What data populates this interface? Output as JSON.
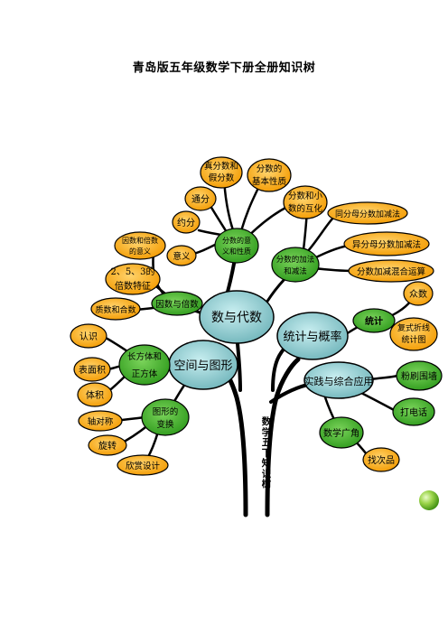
{
  "title": "青岛版五年级数学下册全册知识树",
  "trunk_label": "数学五下知识树",
  "main_nodes": {
    "number": "数与代数",
    "stats": "统计与概率",
    "space": "空间与图形",
    "practice": "实践与综合应用"
  },
  "sub_nodes": {
    "fraction_meaning": [
      "分数的意",
      "义和性质"
    ],
    "fraction_ops": [
      "分数的加法",
      "和减法"
    ],
    "factors": "因数与倍数",
    "cuboid": [
      "长方体和",
      "正方体"
    ],
    "transform": [
      "图形的",
      "变换"
    ],
    "tongji": "统计",
    "math_wide": "数学广角"
  },
  "leaves": {
    "proper_improper": [
      "真分数和",
      "假分数"
    ],
    "basic_property": [
      "分数的",
      "基本性质"
    ],
    "tongfen": "通分",
    "frac_dec": [
      "分数和小",
      "数的互化"
    ],
    "yuefen": "约分",
    "same_denom": "同分母分数加减法",
    "factor_meaning": [
      "因数和倍数",
      "的意义"
    ],
    "meaning": "意义",
    "diff_denom": "异分母分数加减法",
    "mixed_ops": "分数加减混合运算",
    "multiples_235": [
      "2、5、3的",
      "倍数特征"
    ],
    "zhongshu": "众数",
    "prime_composite": "质数和合数",
    "renshi": "认识",
    "polyline": [
      "复式折线",
      "统计图"
    ],
    "surface": "表面积",
    "painting": "粉刷围墙",
    "volume": "体积",
    "phone": "打电话",
    "axis_sym": "轴对称",
    "rotation": "旋转",
    "defect": "找次品",
    "design": "欣赏设计"
  },
  "colors": {
    "orange": "#f7a30a",
    "green": "#3fae29",
    "teal": "#7fc1c6",
    "trunk": "#000000"
  }
}
